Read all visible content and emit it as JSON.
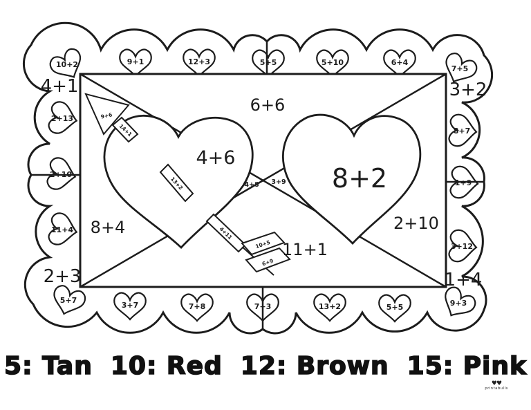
{
  "ink": "#1c1c1c",
  "legend": {
    "items": [
      {
        "label": "5: Tan",
        "number": "5",
        "color": "Tan"
      },
      {
        "label": "10: Red",
        "number": "10",
        "color": "Red"
      },
      {
        "label": "12: Brown",
        "number": "12",
        "color": "Brown"
      },
      {
        "label": "15: Pink",
        "number": "15",
        "color": "Pink"
      }
    ]
  },
  "corner_labels": {
    "top_left": "4+1",
    "top_right": "3+2",
    "bottom_left": "2+3",
    "bottom_right": "1+4"
  },
  "envelope": {
    "top": "6+6",
    "left": "8+4",
    "right": "2+10",
    "bottom": "11+1",
    "cross_left": "4+8",
    "cross_right": "3+9"
  },
  "big_hearts": {
    "left": "4+6",
    "right": "8+2"
  },
  "arrow": {
    "head": "9+6",
    "shaft_upper": "14+1",
    "shaft_middle": "13+2",
    "shaft_lower": "4+11",
    "feather_top": "10+5",
    "feather_bottom": "6+9"
  },
  "border_hearts": [
    "10+2",
    "9+1",
    "12+3",
    "5+5",
    "5+10",
    "6+4",
    "7+5",
    "8+7",
    "1+9",
    "3+12",
    "9+3",
    "5+5",
    "13+2",
    "7+3",
    "7+8",
    "3+7",
    "5+7",
    "11+4",
    "2+10",
    "2+13"
  ],
  "logo": {
    "marks": "♥♥",
    "text": "printabulls"
  }
}
